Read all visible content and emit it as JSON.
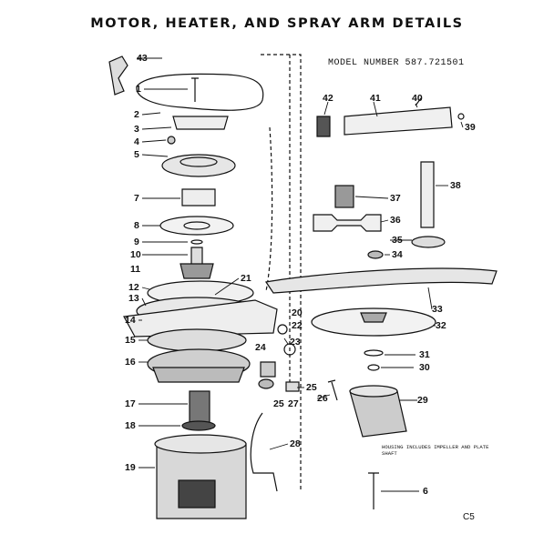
{
  "title": "MOTOR, HEATER, AND SPRAY ARM DETAILS",
  "model_number": "MODEL NUMBER 587.721501",
  "note": "HOUSING INCLUDES IMPELLER AND PLATE SHAFT",
  "page_code": "C5",
  "callouts": [
    "43",
    "1",
    "2",
    "3",
    "4",
    "5",
    "7",
    "8",
    "9",
    "10",
    "11",
    "12",
    "13",
    "14",
    "15",
    "16",
    "17",
    "18",
    "19",
    "20",
    "21",
    "22",
    "23",
    "24",
    "25",
    "25",
    "26",
    "27",
    "28",
    "29",
    "30",
    "31",
    "32",
    "33",
    "34",
    "35",
    "36",
    "37",
    "38",
    "39",
    "40",
    "41",
    "42",
    "6"
  ]
}
